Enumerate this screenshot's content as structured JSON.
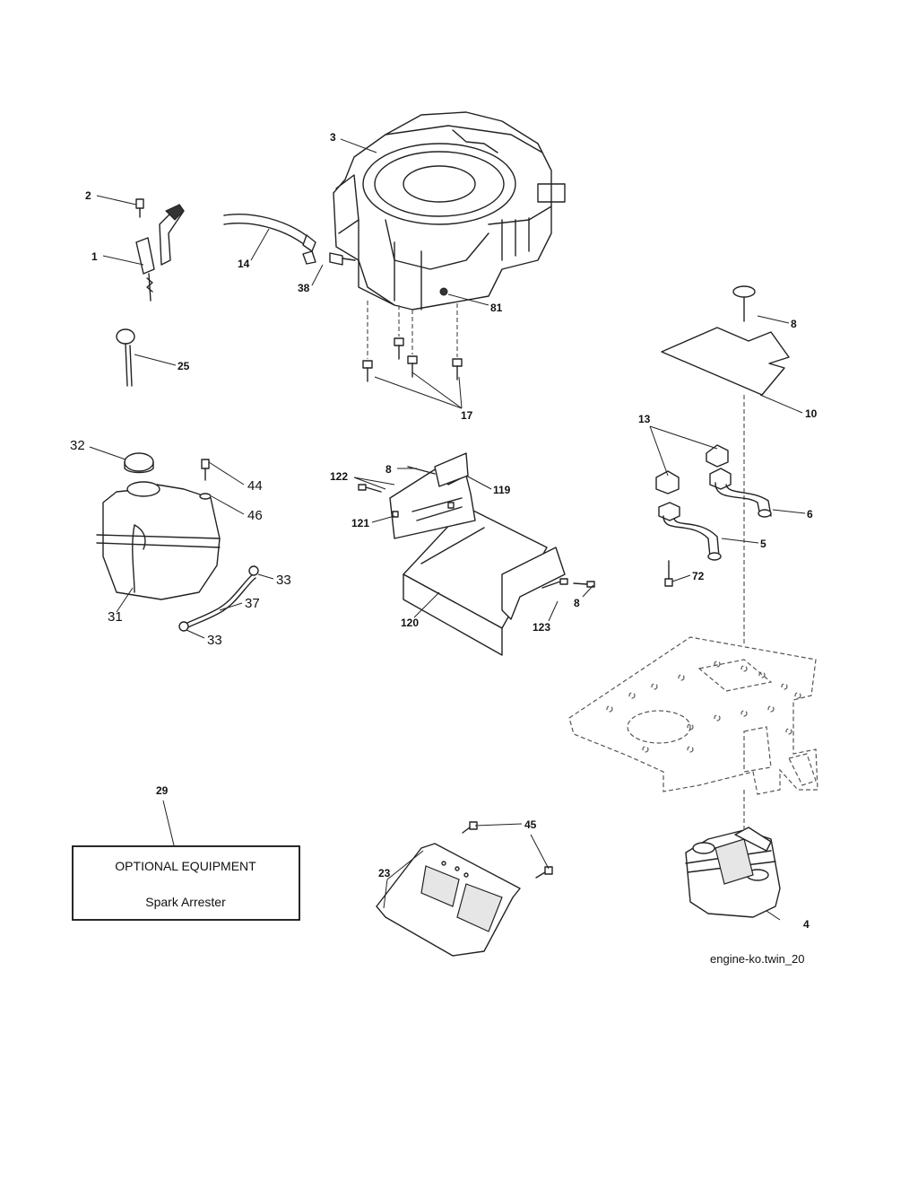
{
  "callouts": {
    "c1": "1",
    "c2": "2",
    "c3": "3",
    "c4": "4",
    "c5": "5",
    "c6": "6",
    "c8a": "8",
    "c8b": "8",
    "c8c": "8",
    "c10": "10",
    "c13": "13",
    "c14": "14",
    "c17": "17",
    "c23": "23",
    "c25": "25",
    "c29": "29",
    "c31": "31",
    "c32": "32",
    "c33a": "33",
    "c33b": "33",
    "c37": "37",
    "c38": "38",
    "c44": "44",
    "c45": "45",
    "c46": "46",
    "c72": "72",
    "c81": "81",
    "c119": "119",
    "c120": "120",
    "c121": "121",
    "c122": "122",
    "c123": "123"
  },
  "optional_box": {
    "title": "OPTIONAL EQUIPMENT",
    "item": "Spark Arrester"
  },
  "diagram_ref": "engine-ko.twin_20"
}
